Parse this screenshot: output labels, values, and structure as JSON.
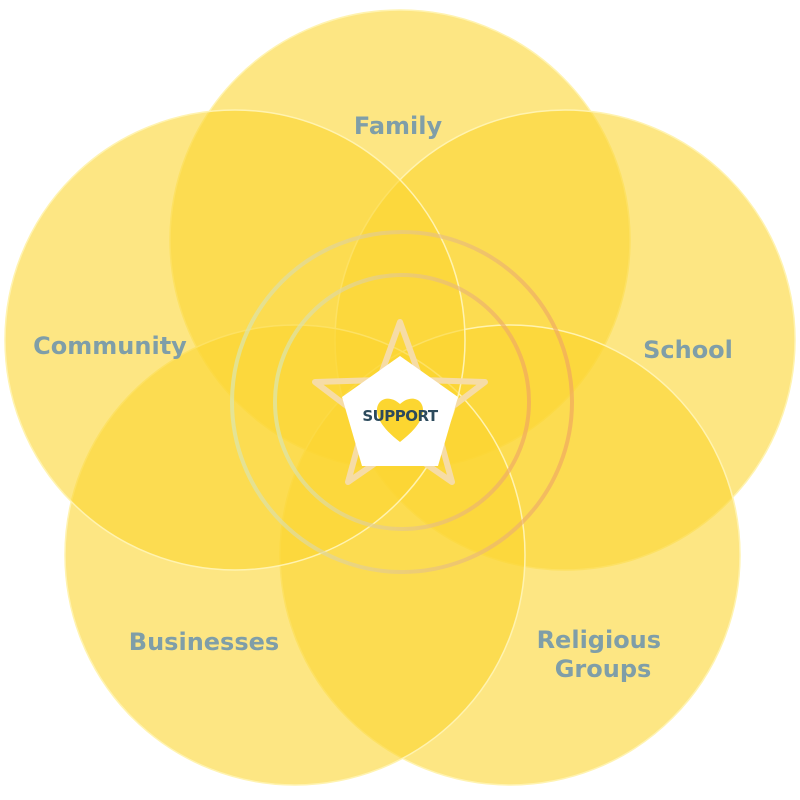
{
  "center": {
    "label": "SUPPORT",
    "icon": "heart-icon",
    "badge_shape": "star-icon"
  },
  "petals": [
    {
      "id": "family",
      "label_lines": [
        "Family"
      ]
    },
    {
      "id": "school",
      "label_lines": [
        "School"
      ]
    },
    {
      "id": "religious-groups",
      "label_lines": [
        "Religious",
        "Groups"
      ]
    },
    {
      "id": "businesses",
      "label_lines": [
        "Businesses"
      ]
    },
    {
      "id": "community",
      "label_lines": [
        "Community"
      ]
    }
  ],
  "colors": {
    "petal_fill": "#fcd630",
    "petal_stroke": "#fff3b0",
    "label_text": "#7f9ea8",
    "center_text": "#2c4a5c",
    "heart": "#fcd630",
    "star_outline": "#f6dca6",
    "ring_start": "#d9e7b3",
    "ring_end": "#f1a85e"
  }
}
